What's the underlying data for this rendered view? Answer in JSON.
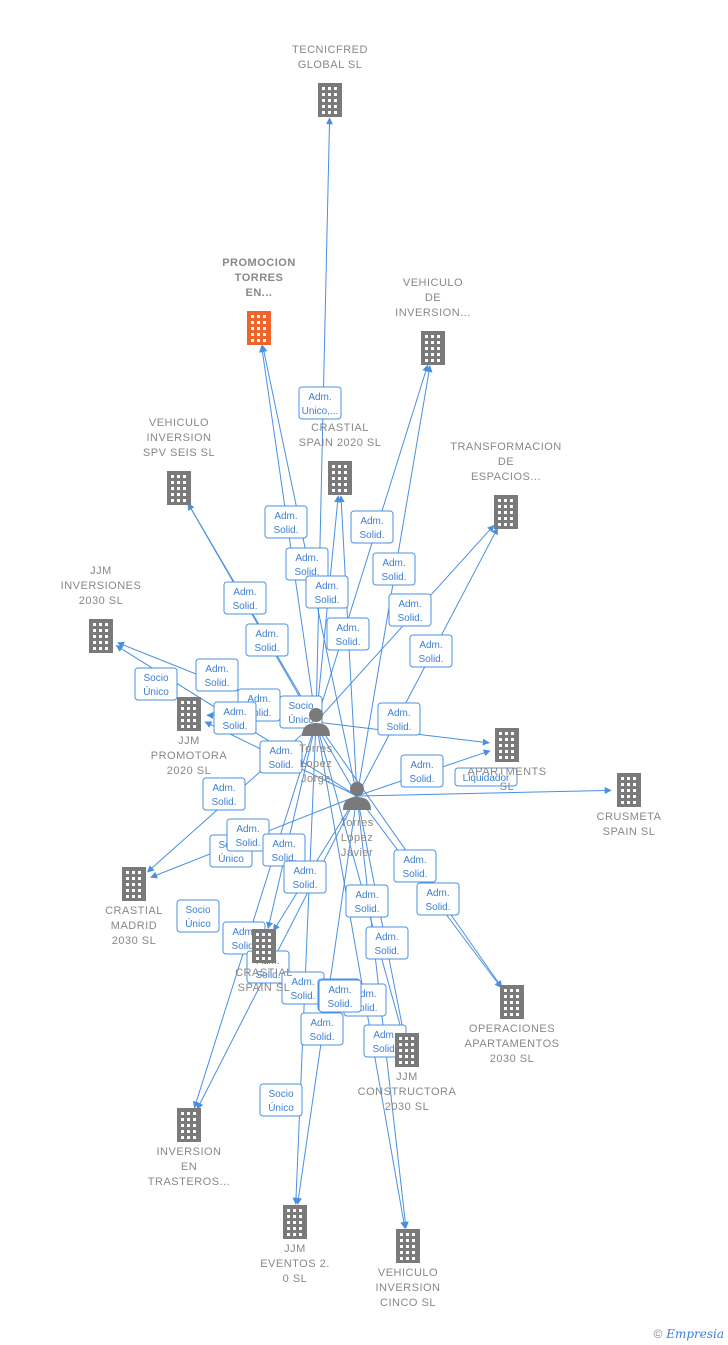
{
  "colors": {
    "edge": "#4a90e2",
    "node": "#7a7a7a",
    "focus": "#f0642c",
    "label": "#888888"
  },
  "nodes": [
    {
      "id": "tecnicfred",
      "type": "company",
      "lines": [
        "TECNICFRED",
        "GLOBAL  SL"
      ]
    },
    {
      "id": "promocion",
      "type": "company",
      "focus": true,
      "lines": [
        "PROMOCION",
        "TORRES",
        "EN..."
      ]
    },
    {
      "id": "vehiculo_inv",
      "type": "company",
      "lines": [
        "VEHICULO",
        "DE",
        "INVERSION..."
      ]
    },
    {
      "id": "crastial_spain2020",
      "type": "company",
      "lines": [
        "CRASTIAL",
        "SPAIN 2020  SL"
      ]
    },
    {
      "id": "vehiculo_spv",
      "type": "company",
      "lines": [
        "VEHICULO",
        "INVERSION",
        "SPV SEIS  SL"
      ]
    },
    {
      "id": "transformacion",
      "type": "company",
      "lines": [
        "TRANSFORMACION",
        "DE",
        "ESPACIOS..."
      ]
    },
    {
      "id": "jjm_inv",
      "type": "company",
      "lines": [
        "JJM",
        "INVERSIONES",
        "2030  SL"
      ]
    },
    {
      "id": "jjm_promotora",
      "type": "company",
      "lines": [
        "JJM",
        "PROMOTORA",
        "2020  SL"
      ]
    },
    {
      "id": "torres_jorge",
      "type": "person",
      "lines": [
        "Torres",
        "Lopez",
        "Jorge"
      ]
    },
    {
      "id": "apartments",
      "type": "company",
      "lines": [
        "APARTMENTS",
        "SL"
      ]
    },
    {
      "id": "crusmeta",
      "type": "company",
      "lines": [
        "CRUSMETA",
        "SPAIN  SL"
      ]
    },
    {
      "id": "torres_javier",
      "type": "person",
      "lines": [
        "Torres",
        "Lopez",
        "Javier"
      ]
    },
    {
      "id": "crastial_madrid",
      "type": "company",
      "lines": [
        "CRASTIAL",
        "MADRID",
        "2030  SL"
      ]
    },
    {
      "id": "crastial_spain",
      "type": "company",
      "lines": [
        "CRASTIAL",
        "SPAIN  SL"
      ]
    },
    {
      "id": "operaciones",
      "type": "company",
      "lines": [
        "OPERACIONES",
        "APARTAMENTOS",
        "2030  SL"
      ]
    },
    {
      "id": "jjm_constructora",
      "type": "company",
      "lines": [
        "JJM",
        "CONSTRUCTORA",
        "2030  SL"
      ]
    },
    {
      "id": "inversion_trasteros",
      "type": "company",
      "lines": [
        "INVERSION",
        "EN",
        "TRASTEROS..."
      ]
    },
    {
      "id": "jjm_eventos",
      "type": "company",
      "lines": [
        "JJM",
        "EVENTOS 2.",
        "0  SL"
      ]
    },
    {
      "id": "vehiculo_cinco",
      "type": "company",
      "lines": [
        "VEHICULO",
        "INVERSION",
        "CINCO  SL"
      ]
    }
  ],
  "edges": [
    {
      "from": "torres_jorge",
      "to": "tecnicfred"
    },
    {
      "from": "torres_jorge",
      "to": "promocion"
    },
    {
      "from": "torres_javier",
      "to": "promocion"
    },
    {
      "from": "torres_jorge",
      "to": "vehiculo_inv"
    },
    {
      "from": "torres_javier",
      "to": "vehiculo_inv"
    },
    {
      "from": "torres_jorge",
      "to": "crastial_spain2020"
    },
    {
      "from": "torres_javier",
      "to": "crastial_spain2020"
    },
    {
      "from": "torres_jorge",
      "to": "vehiculo_spv"
    },
    {
      "from": "torres_javier",
      "to": "vehiculo_spv"
    },
    {
      "from": "torres_jorge",
      "to": "transformacion"
    },
    {
      "from": "torres_javier",
      "to": "transformacion"
    },
    {
      "from": "torres_jorge",
      "to": "jjm_inv"
    },
    {
      "from": "torres_javier",
      "to": "jjm_inv"
    },
    {
      "from": "torres_jorge",
      "to": "jjm_promotora"
    },
    {
      "from": "torres_javier",
      "to": "jjm_promotora"
    },
    {
      "from": "torres_jorge",
      "to": "apartments"
    },
    {
      "from": "torres_javier",
      "to": "apartments"
    },
    {
      "from": "torres_javier",
      "to": "crusmeta"
    },
    {
      "from": "torres_jorge",
      "to": "crastial_madrid"
    },
    {
      "from": "torres_javier",
      "to": "crastial_madrid"
    },
    {
      "from": "torres_jorge",
      "to": "crastial_spain"
    },
    {
      "from": "torres_javier",
      "to": "crastial_spain"
    },
    {
      "from": "torres_jorge",
      "to": "operaciones"
    },
    {
      "from": "torres_javier",
      "to": "operaciones"
    },
    {
      "from": "torres_jorge",
      "to": "jjm_constructora"
    },
    {
      "from": "torres_javier",
      "to": "jjm_constructora"
    },
    {
      "from": "torres_jorge",
      "to": "inversion_trasteros"
    },
    {
      "from": "torres_javier",
      "to": "inversion_trasteros"
    },
    {
      "from": "torres_jorge",
      "to": "jjm_eventos"
    },
    {
      "from": "torres_javier",
      "to": "jjm_eventos"
    },
    {
      "from": "torres_jorge",
      "to": "vehiculo_cinco"
    },
    {
      "from": "torres_javier",
      "to": "vehiculo_cinco"
    }
  ],
  "edge_labels": [
    {
      "lines": [
        "Adm.",
        "Unico,..."
      ]
    },
    {
      "lines": [
        "Adm.",
        "Solid."
      ]
    },
    {
      "lines": [
        "Adm.",
        "Solid."
      ]
    },
    {
      "lines": [
        "Adm.",
        "Solid."
      ]
    },
    {
      "lines": [
        "Adm.",
        "Solid."
      ]
    },
    {
      "lines": [
        "Adm.",
        "Solid."
      ]
    },
    {
      "lines": [
        "Adm.",
        "Solid."
      ]
    },
    {
      "lines": [
        "Adm.",
        "Solid."
      ]
    },
    {
      "lines": [
        "Adm.",
        "Solid."
      ]
    },
    {
      "lines": [
        "Adm.",
        "Solid."
      ]
    },
    {
      "lines": [
        "Adm.",
        "Solid."
      ]
    },
    {
      "lines": [
        "Socio",
        "Único"
      ]
    },
    {
      "lines": [
        "Adm.",
        "Solid."
      ]
    },
    {
      "lines": [
        "Adm.",
        "Solid."
      ]
    },
    {
      "lines": [
        "Adm.",
        "Solid."
      ]
    },
    {
      "lines": [
        "Socio",
        "Único"
      ]
    },
    {
      "lines": [
        "Adm.",
        "Solid."
      ]
    },
    {
      "lines": [
        "Adm.",
        "Solid."
      ]
    },
    {
      "lines": [
        "Adm.",
        "Solid."
      ]
    },
    {
      "lines": [
        "Adm.",
        "Solid."
      ]
    },
    {
      "lines": [
        "Liquidador"
      ]
    },
    {
      "lines": [
        "Socio",
        "Único"
      ]
    },
    {
      "lines": [
        "Adm.",
        "Solid."
      ]
    },
    {
      "lines": [
        "Adm.",
        "Solid."
      ]
    },
    {
      "lines": [
        "Adm.",
        "Solid."
      ]
    },
    {
      "lines": [
        "Adm.",
        "Solid."
      ]
    },
    {
      "lines": [
        "Adm.",
        "Solid."
      ]
    },
    {
      "lines": [
        "Socio",
        "Único"
      ]
    },
    {
      "lines": [
        "Adm.",
        "Solid."
      ]
    },
    {
      "lines": [
        "Adm.",
        "Solid."
      ]
    },
    {
      "lines": [
        "Adm.",
        "Solid."
      ]
    },
    {
      "lines": [
        "Adm.",
        "Solid."
      ]
    },
    {
      "lines": [
        "Adm.",
        "Solid."
      ]
    },
    {
      "lines": [
        "Adm.",
        "Solid."
      ]
    },
    {
      "lines": [
        "Adm.",
        "Solid."
      ]
    },
    {
      "lines": [
        "Adm.",
        "Solid."
      ]
    },
    {
      "lines": [
        "Adm.",
        "Solid."
      ]
    },
    {
      "lines": [
        "Adm.",
        "Solid."
      ]
    },
    {
      "lines": [
        "Socio",
        "Único"
      ]
    }
  ],
  "footer": {
    "copyright": "©",
    "brand": "Empresia"
  }
}
